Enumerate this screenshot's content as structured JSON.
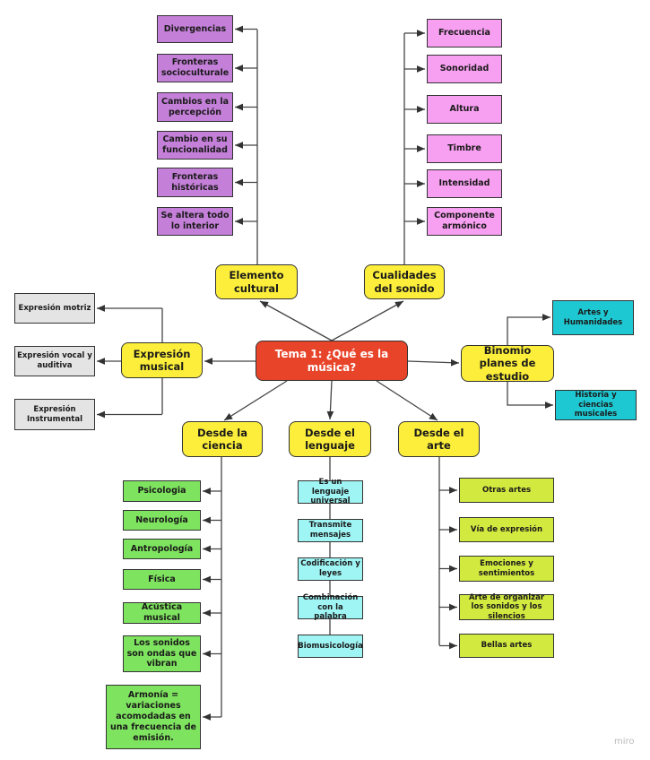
{
  "center": "Tema 1: ¿Qué es la música?",
  "colors": {
    "center": "#e8442a",
    "main": "#fcee3a",
    "cultural": "#c47fd8",
    "sonido": "#f79ff0",
    "expresion": "#e4e4e4",
    "binomio": "#1ec8d2",
    "ciencia": "#7ee35f",
    "lenguaje": "#9ff4f4",
    "arte": "#d2e93f"
  },
  "branches": {
    "cultural": {
      "label": "Elemento cultural",
      "items": [
        "Divergencias",
        "Fronteras socioculturale",
        "Cambios en la percepción",
        "Cambio en su funcionalidad",
        "Fronteras históricas",
        "Se altera todo lo interior"
      ]
    },
    "sonido": {
      "label": "Cualidades del sonido",
      "items": [
        "Frecuencia",
        "Sonoridad",
        "Altura",
        "Timbre",
        "Intensidad",
        "Componente armónico"
      ]
    },
    "expresion": {
      "label": "Expresión musical",
      "items": [
        "Expresión motriz",
        "Expresión vocal y auditiva",
        "Expresión Instrumental"
      ]
    },
    "binomio": {
      "label": "Binomio planes de estudio",
      "items": [
        "Artes y Humanidades",
        "Historia y ciencias musicales"
      ]
    },
    "ciencia": {
      "label": "Desde la ciencia",
      "items": [
        "Psicologia",
        "Neurología",
        "Antropología",
        "Física",
        "Acústica musical",
        "Los sonidos son ondas que vibran",
        "Armonía = variaciones acomodadas en una frecuencia de emisión."
      ]
    },
    "lenguaje": {
      "label": "Desde el lenguaje",
      "items": [
        "Es un lenguaje universal",
        "Transmite mensajes",
        "Codificación y leyes",
        "Combinación con la palabra",
        "Biomusicología"
      ]
    },
    "arte": {
      "label": "Desde el arte",
      "items": [
        "Otras artes",
        "Vía de expresión",
        "Emociones y sentimientos",
        "Arte de organizar los sonidos y los silencios",
        "Bellas artes"
      ]
    }
  },
  "watermark": "miro"
}
